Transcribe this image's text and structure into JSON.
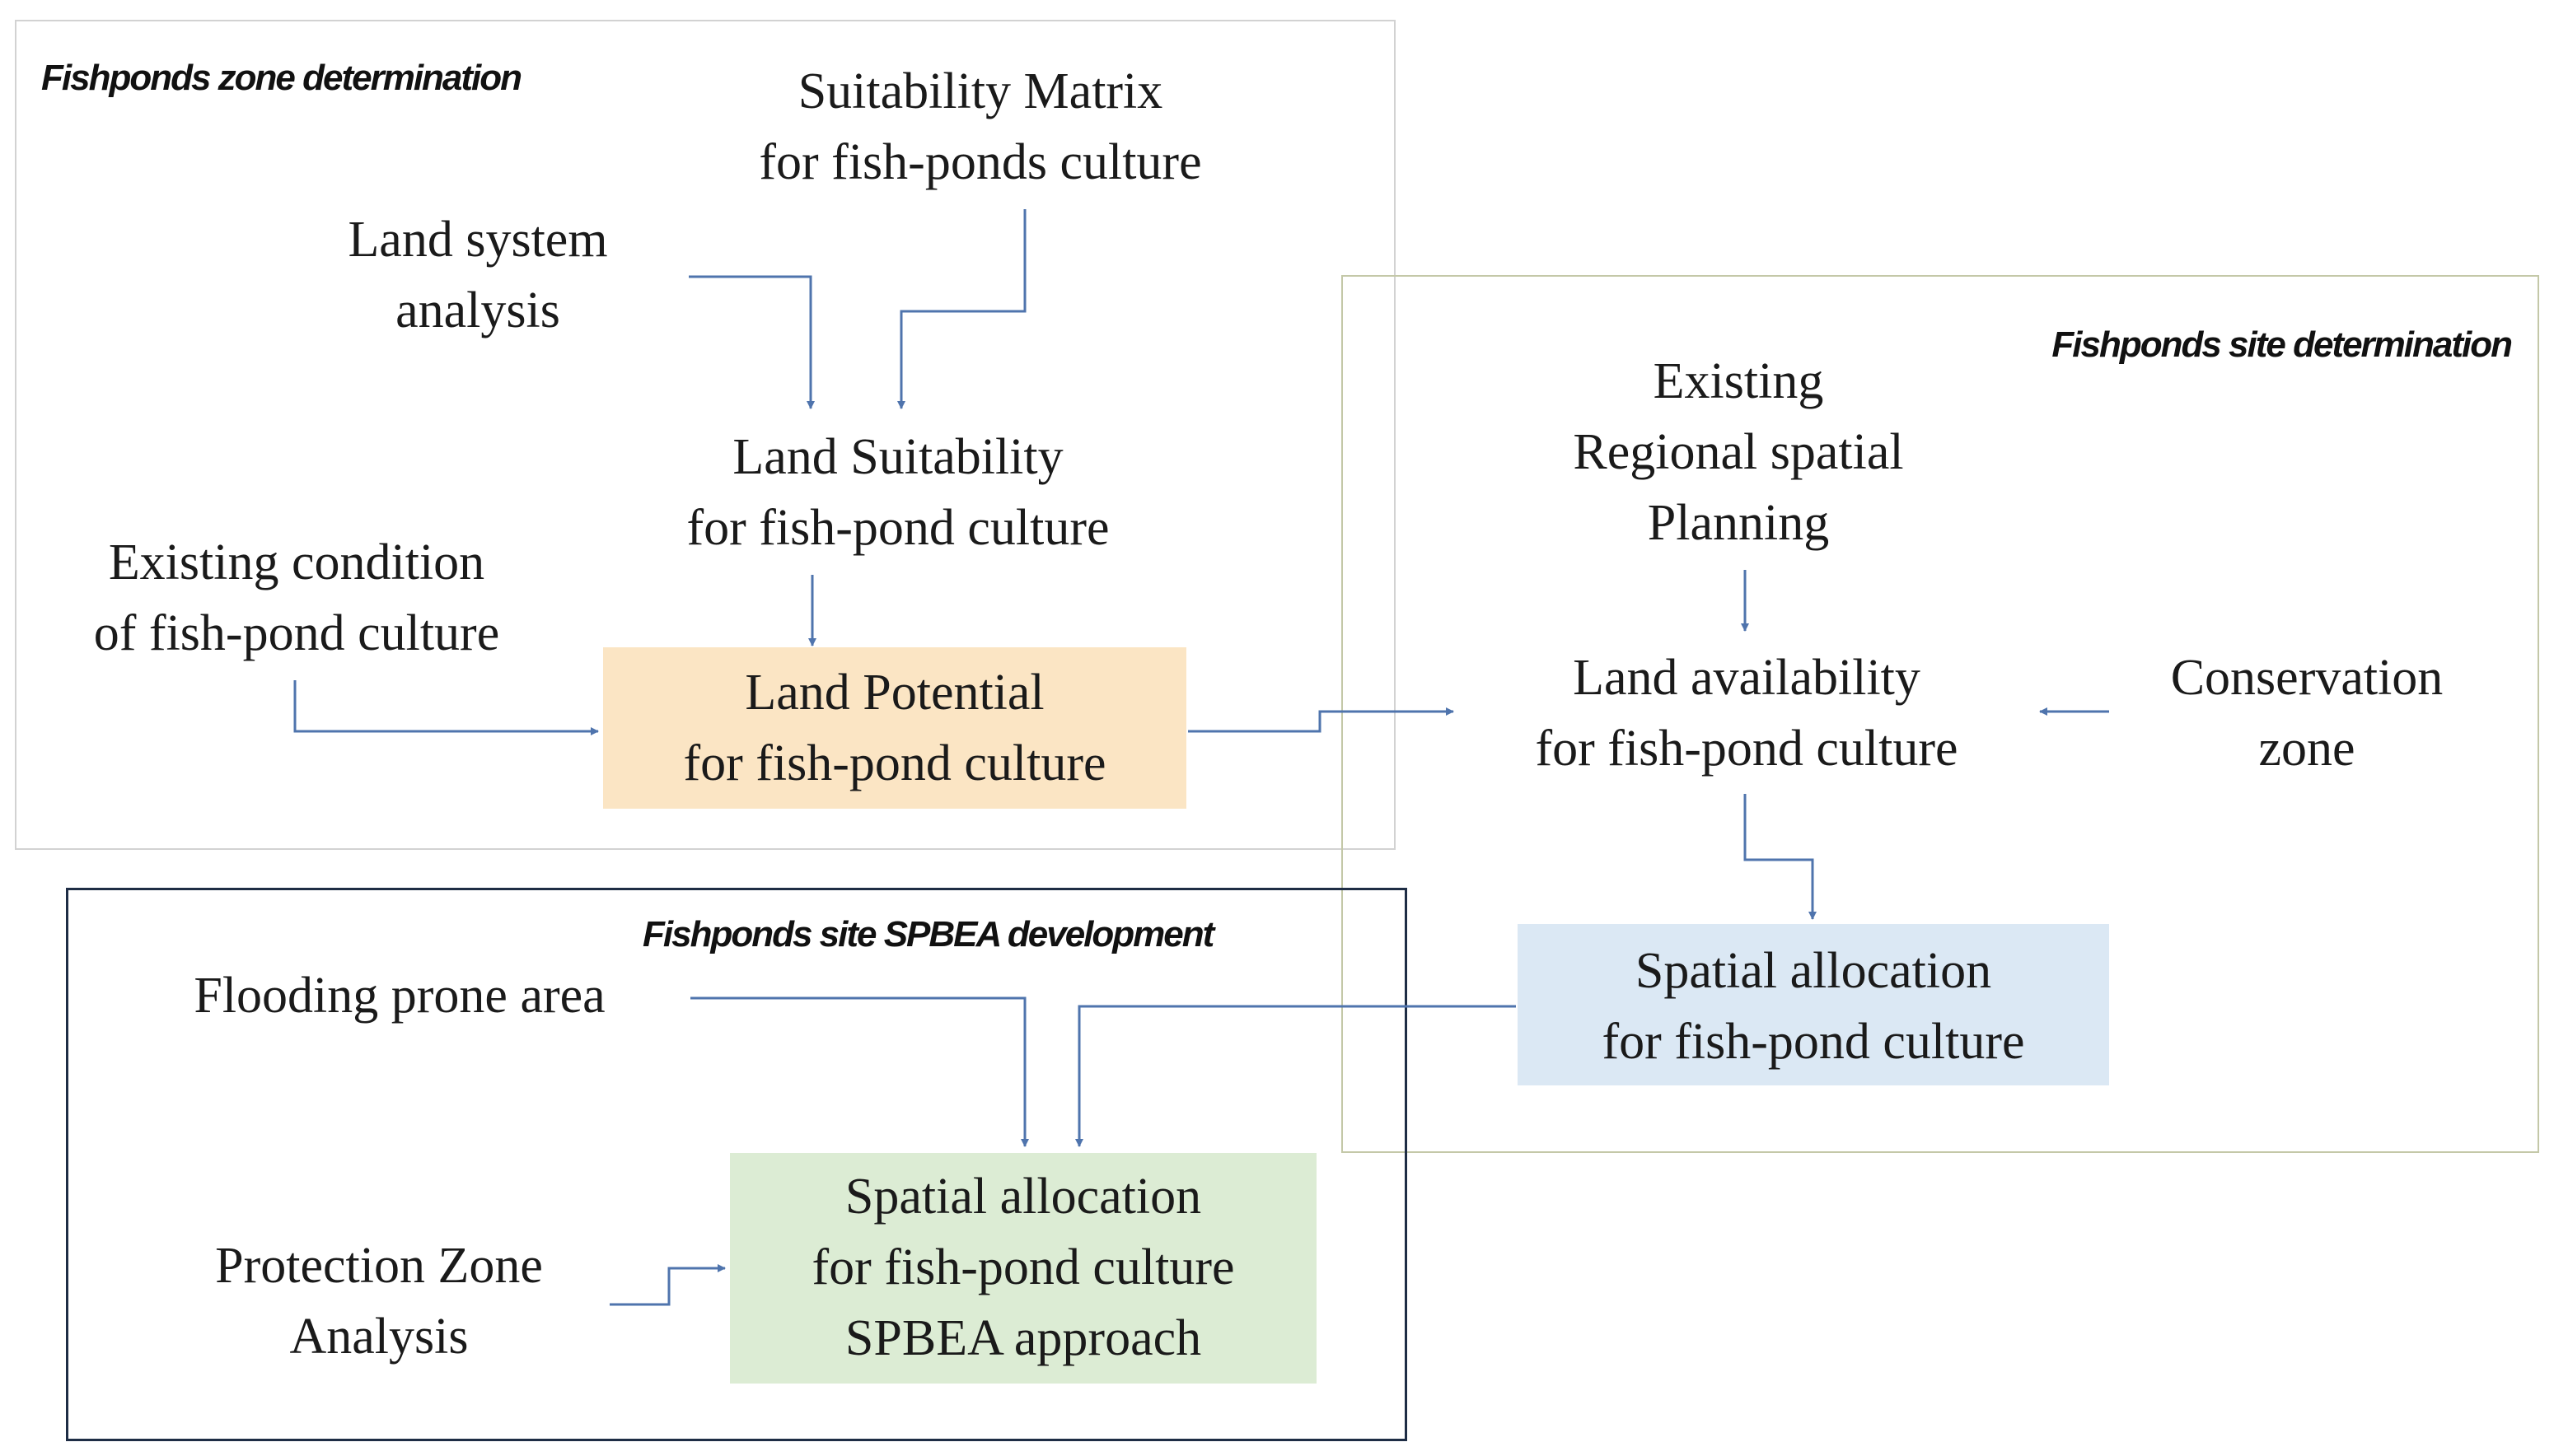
{
  "frames": {
    "zone_title": "Fishponds zone determination",
    "site_title": "Fishponds site determination",
    "spbea_title": "Fishponds site SPBEA development"
  },
  "nodes": {
    "suitability_matrix": [
      "Suitability  Matrix",
      "for fish-ponds  culture"
    ],
    "land_system": [
      "Land system",
      "analysis"
    ],
    "land_suitability": [
      "Land Suitability",
      "for fish-pond culture"
    ],
    "existing_condition": [
      "Existing  condition",
      "of fish-pond  culture"
    ],
    "land_potential": [
      "Land Potential",
      "for fish-pond  culture"
    ],
    "existing_rsp": [
      "Existing",
      "Regional spatial",
      "Planning"
    ],
    "land_availability": [
      "Land availability",
      "for fish-pond culture"
    ],
    "conservation_zone": [
      "Conservation",
      "zone"
    ],
    "spatial_allocation": [
      "Spatial allocation",
      "for fish-pond culture"
    ],
    "flooding_prone": [
      "Flooding  prone area"
    ],
    "protection_zone": [
      "Protection Zone",
      "Analysis"
    ],
    "spbea_allocation": [
      "Spatial allocation",
      "for fish-pond culture",
      "SPBEA approach"
    ]
  },
  "colors": {
    "connector": "#4f74ad",
    "potential_fill": "#fbe5c4",
    "allocation_fill": "#dbe8f4",
    "spbea_fill": "#dcecd4"
  }
}
